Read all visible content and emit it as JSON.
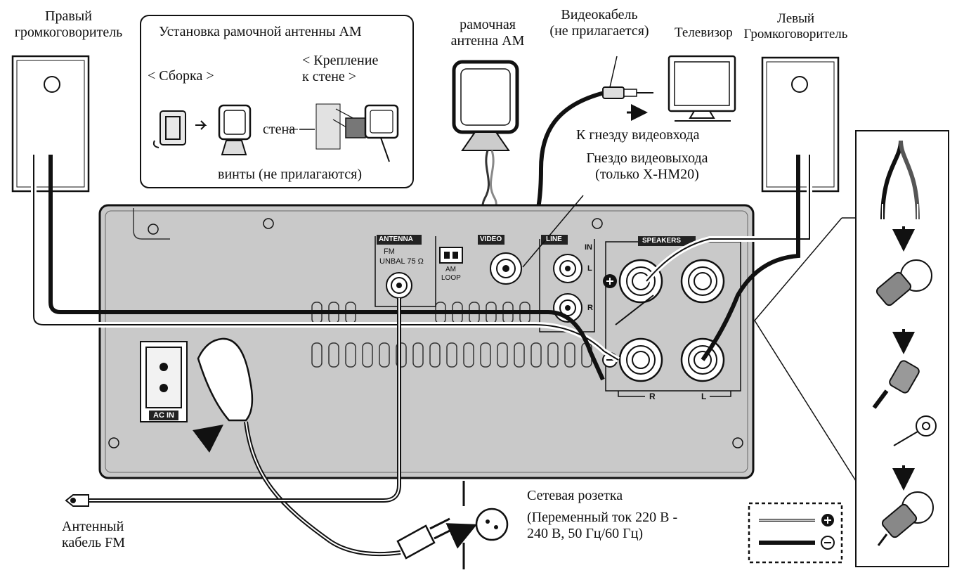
{
  "labels": {
    "right_speaker_1": "Правый",
    "right_speaker_2": "громкоговоритель",
    "left_speaker_1": "Левый",
    "left_speaker_2": "Громкоговоритель",
    "am_install_title": "Установка рамочной антенны АМ",
    "assembly": "< Сборка >",
    "wall_mount_1": "< Крепление",
    "wall_mount_2": "к стене >",
    "wall": "стена",
    "screws": "винты (не прилагаются)",
    "am_antenna_1": "рамочная",
    "am_antenna_2": "антенна АМ",
    "video_cable_1": "Видеокабель",
    "video_cable_2": "(не прилагается)",
    "tv": "Телевизор",
    "video_in": "К гнезду видеовхода",
    "video_out_1": "Гнездо видеовыхода",
    "video_out_2": "(только X-HM20)",
    "outlet_1": "Сетевая розетка",
    "outlet_2": "(Переменный ток 220 В -",
    "outlet_3": "240 В, 50 Гц/60 Гц)",
    "fm_cable_1": "Антенный",
    "fm_cable_2": "кабель FM"
  },
  "panel": {
    "antenna": "ANTENNA",
    "fm": "FM",
    "unbal": "UNBAL 75 Ω",
    "am": "AM",
    "loop": "LOOP",
    "video": "VIDEO",
    "line": "LINE",
    "in": "IN",
    "l": "L",
    "r": "R",
    "speakers": "SPEAKERS",
    "spk_r": "R",
    "spk_l": "L",
    "ac_in": "AC IN"
  }
}
